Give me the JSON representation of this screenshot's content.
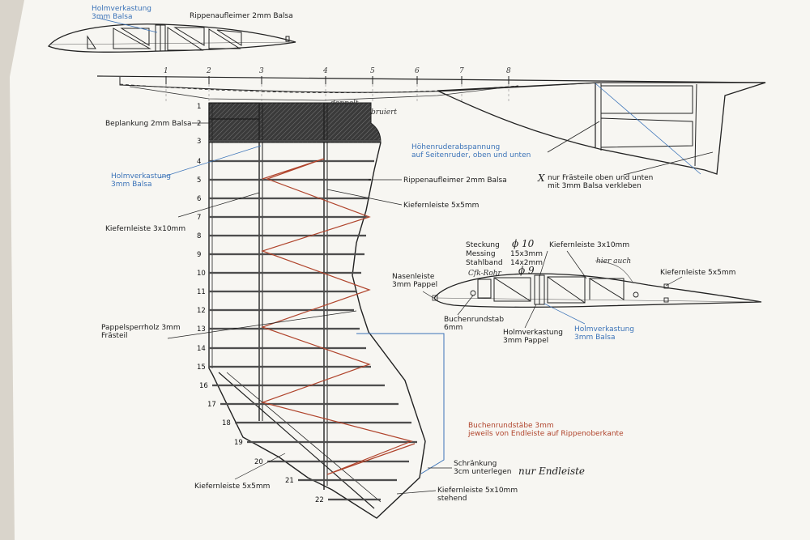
{
  "top_airfoil": {
    "blue_label_1": "Holmverkastung",
    "blue_label_2": "3mm Balsa",
    "title": "Rippenaufleimer 2mm Balsa"
  },
  "stations": [
    "1",
    "2",
    "3",
    "4",
    "5",
    "6",
    "7",
    "8"
  ],
  "rib_numbers": [
    "1",
    "2",
    "3",
    "4",
    "5",
    "6",
    "7",
    "8",
    "9",
    "10",
    "11",
    "12",
    "13",
    "14",
    "15",
    "16",
    "17",
    "18",
    "19",
    "20",
    "21",
    "22"
  ],
  "left_labels": {
    "beplankung": "Beplankung 2mm Balsa",
    "holm_1": "Holmverkastung",
    "holm_2": "3mm Balsa",
    "kiefer_3x10": "Kiefernleiste 3x10mm",
    "pappel_1": "Pappelsperrholz 3mm",
    "pappel_2": "Frästeil",
    "kiefer_5x5_bottom": "Kiefernleiste 5x5mm"
  },
  "center_labels": {
    "rippenaufleimer": "Rippenaufleimer 2mm Balsa",
    "kiefer_5x5": "Kiefernleiste 5x5mm",
    "doppelt": "doppelt",
    "bruiert": "bruiert"
  },
  "tail": {
    "hoehenruder_1": "Höhenruderabspannung",
    "hoehenruder_2": "auf Seitenruder, oben und unten",
    "fraesteile_1": "nur Frästeile oben und unten",
    "fraesteile_2": "mit 3mm Balsa verkleben"
  },
  "right_airfoil": {
    "steckung": "Steckung",
    "messing": "Messing",
    "stahlband": "Stahlband",
    "dim_1": "15x3mm",
    "dim_2": "14x2mm",
    "phi10": "ϕ 10",
    "phi9": "ϕ 9",
    "cfk": "Cfk-Rohr",
    "hier_auch": "hier auch",
    "kiefer_3x10": "Kiefernleiste 3x10mm",
    "nasen_1": "Nasenleiste",
    "nasen_2": "3mm Pappel",
    "kiefer_5x5": "Kiefernleiste 5x5mm",
    "buchen_1": "Buchenrundstab",
    "buchen_2": "6mm",
    "holmp_1": "Holmverkastung",
    "holmp_2": "3mm Pappel",
    "holmb_1": "Holmverkastung",
    "holmb_2": "3mm Balsa"
  },
  "bottom_labels": {
    "buchenstaebe_1": "Buchenrundstäbe 3mm",
    "buchenstaebe_2": "jeweils von Endleiste auf Rippenoberkante",
    "schraenkung_1": "Schränkung",
    "schraenkung_2": "3cm unterlegen",
    "nur_endleiste": "nur Endleiste",
    "kiefer_5x10_1": "Kiefernleiste 5x10mm",
    "kiefer_5x10_2": "stehend"
  }
}
